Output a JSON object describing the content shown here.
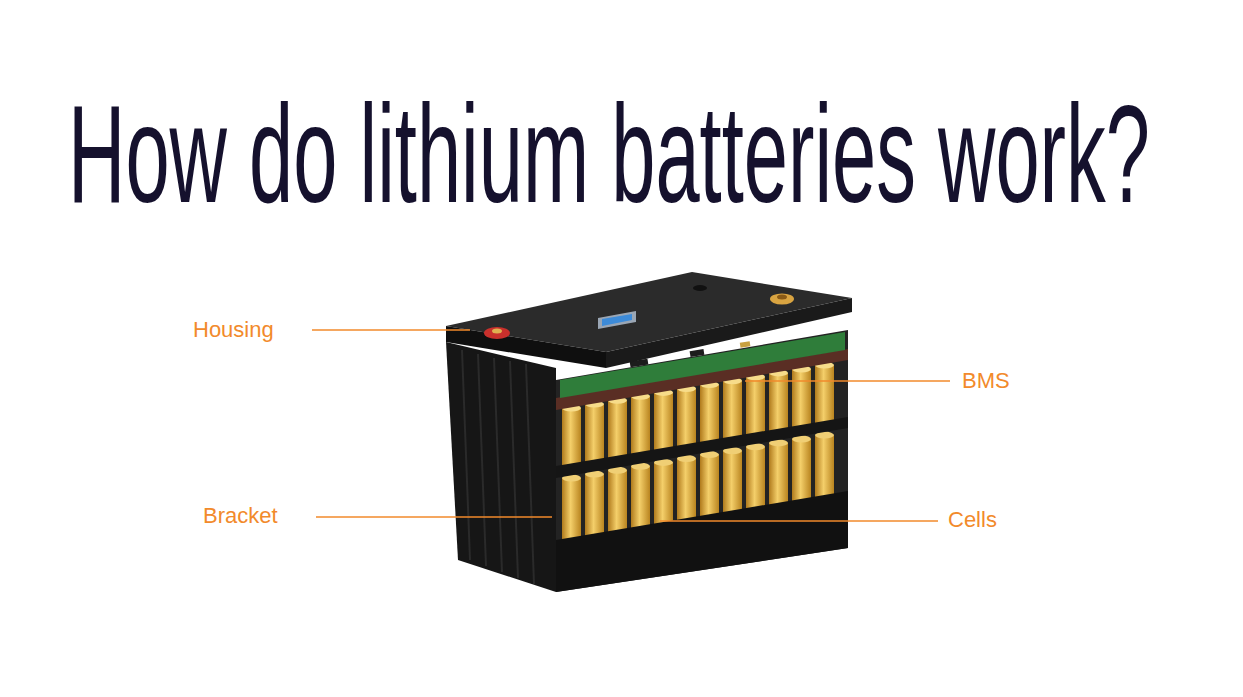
{
  "diagram": {
    "title": "How do lithium batteries work?",
    "labels": [
      "Housing",
      "BMS",
      "Bracket",
      "Cells"
    ]
  }
}
